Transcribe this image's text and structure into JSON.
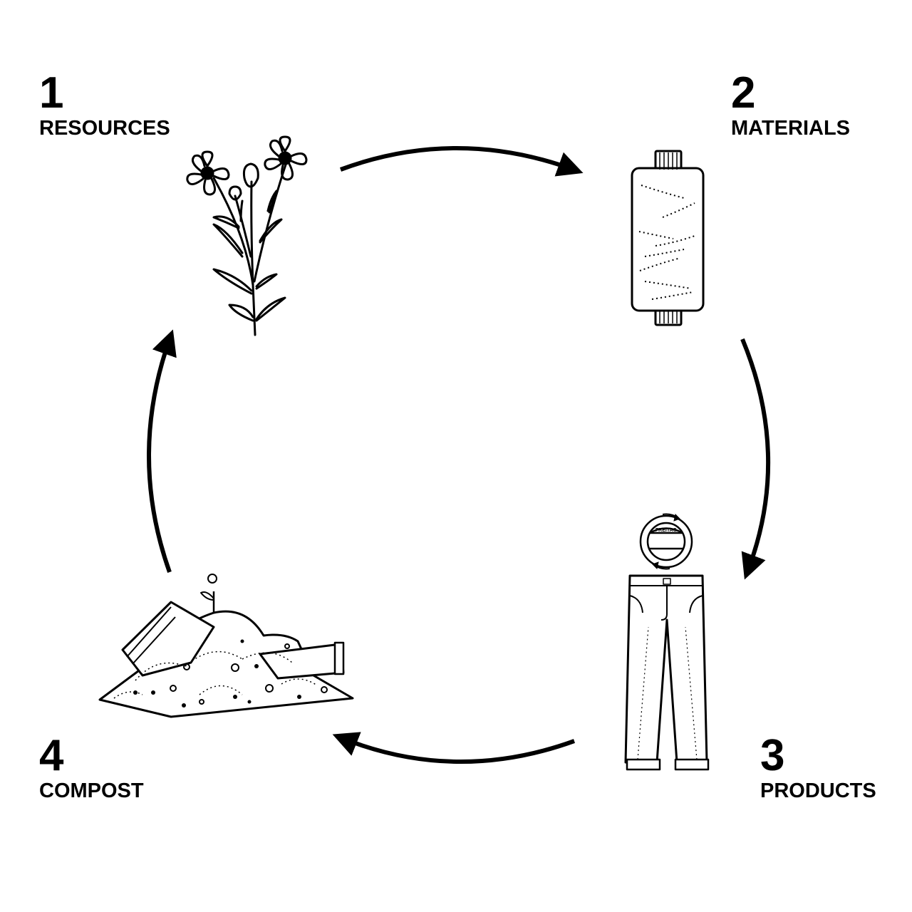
{
  "steps": [
    {
      "number": "1",
      "label": "RESOURCES",
      "icon": "flower-icon"
    },
    {
      "number": "2",
      "label": "MATERIALS",
      "icon": "thread-spool-icon"
    },
    {
      "number": "3",
      "label": "PRODUCTS",
      "icon": "trousers-icon"
    },
    {
      "number": "4",
      "label": "COMPOST",
      "icon": "compost-pile-icon"
    }
  ],
  "logo_text": "FREITAG",
  "colors": {
    "ink": "#000000",
    "background": "#ffffff"
  }
}
